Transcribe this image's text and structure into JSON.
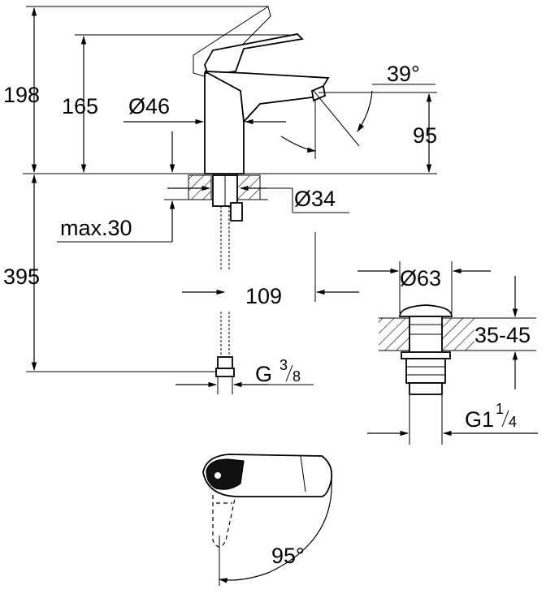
{
  "dimensions": {
    "total_height": "198",
    "spout_height": "165",
    "body_diameter": "Ø46",
    "lever_angle": "39°",
    "outlet_height": "95",
    "hole_diameter": "Ø34",
    "max_deck": "max.30",
    "hose_length": "395",
    "reach": "109",
    "hose_thread_main": "G",
    "hose_thread_num": "3",
    "hose_thread_den": "8",
    "waste_diameter": "Ø63",
    "waste_deck": "35-45",
    "waste_thread_main": "G1",
    "waste_thread_num": "1",
    "waste_thread_den": "4",
    "swivel_angle": "95°"
  }
}
